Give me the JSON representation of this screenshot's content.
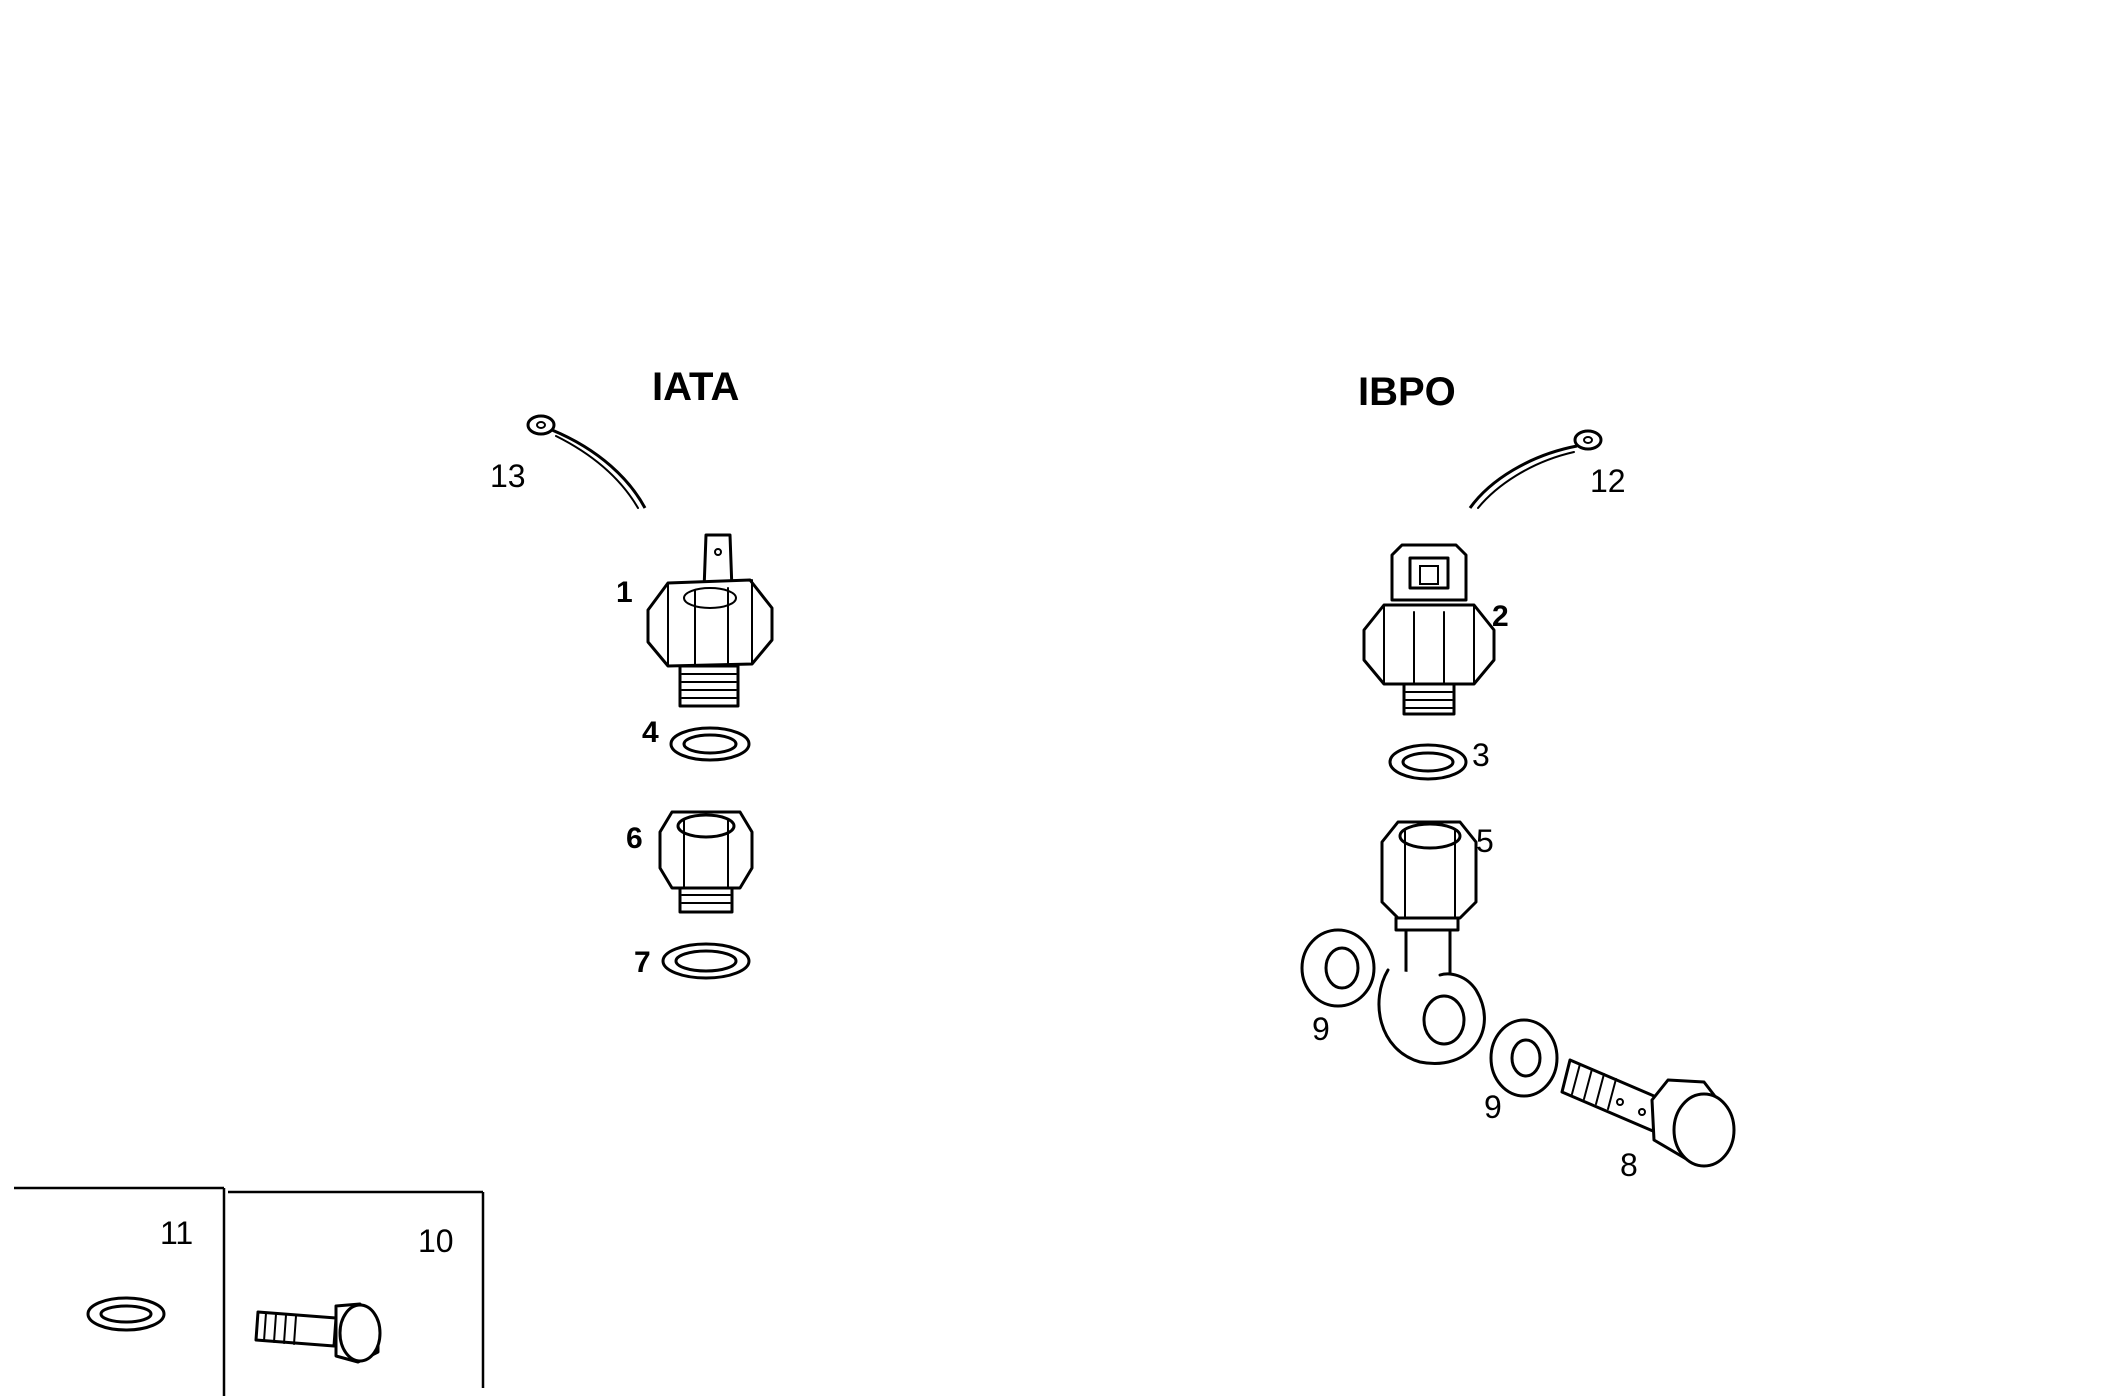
{
  "groups": {
    "left_title": "IATA",
    "right_title": "IBPO"
  },
  "callouts": {
    "c1": "1",
    "c2": "2",
    "c3": "3",
    "c4": "4",
    "c5": "5",
    "c6": "6",
    "c7": "7",
    "c8": "8",
    "c9a": "9",
    "c9b": "9",
    "c10": "10",
    "c11": "11",
    "c12": "12",
    "c13": "13"
  }
}
